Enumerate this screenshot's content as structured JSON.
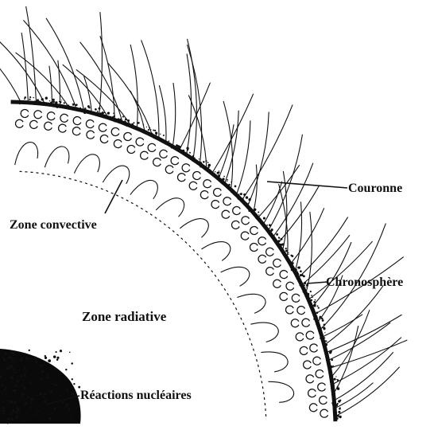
{
  "labels": {
    "corona": "Couronne",
    "convective": "Zone convective",
    "chromosphere": "Chronosphère",
    "radiative": "Zone radiative",
    "core": "Réactions nucléaires"
  },
  "colors": {
    "ink": "#111111",
    "background": "#ffffff"
  }
}
